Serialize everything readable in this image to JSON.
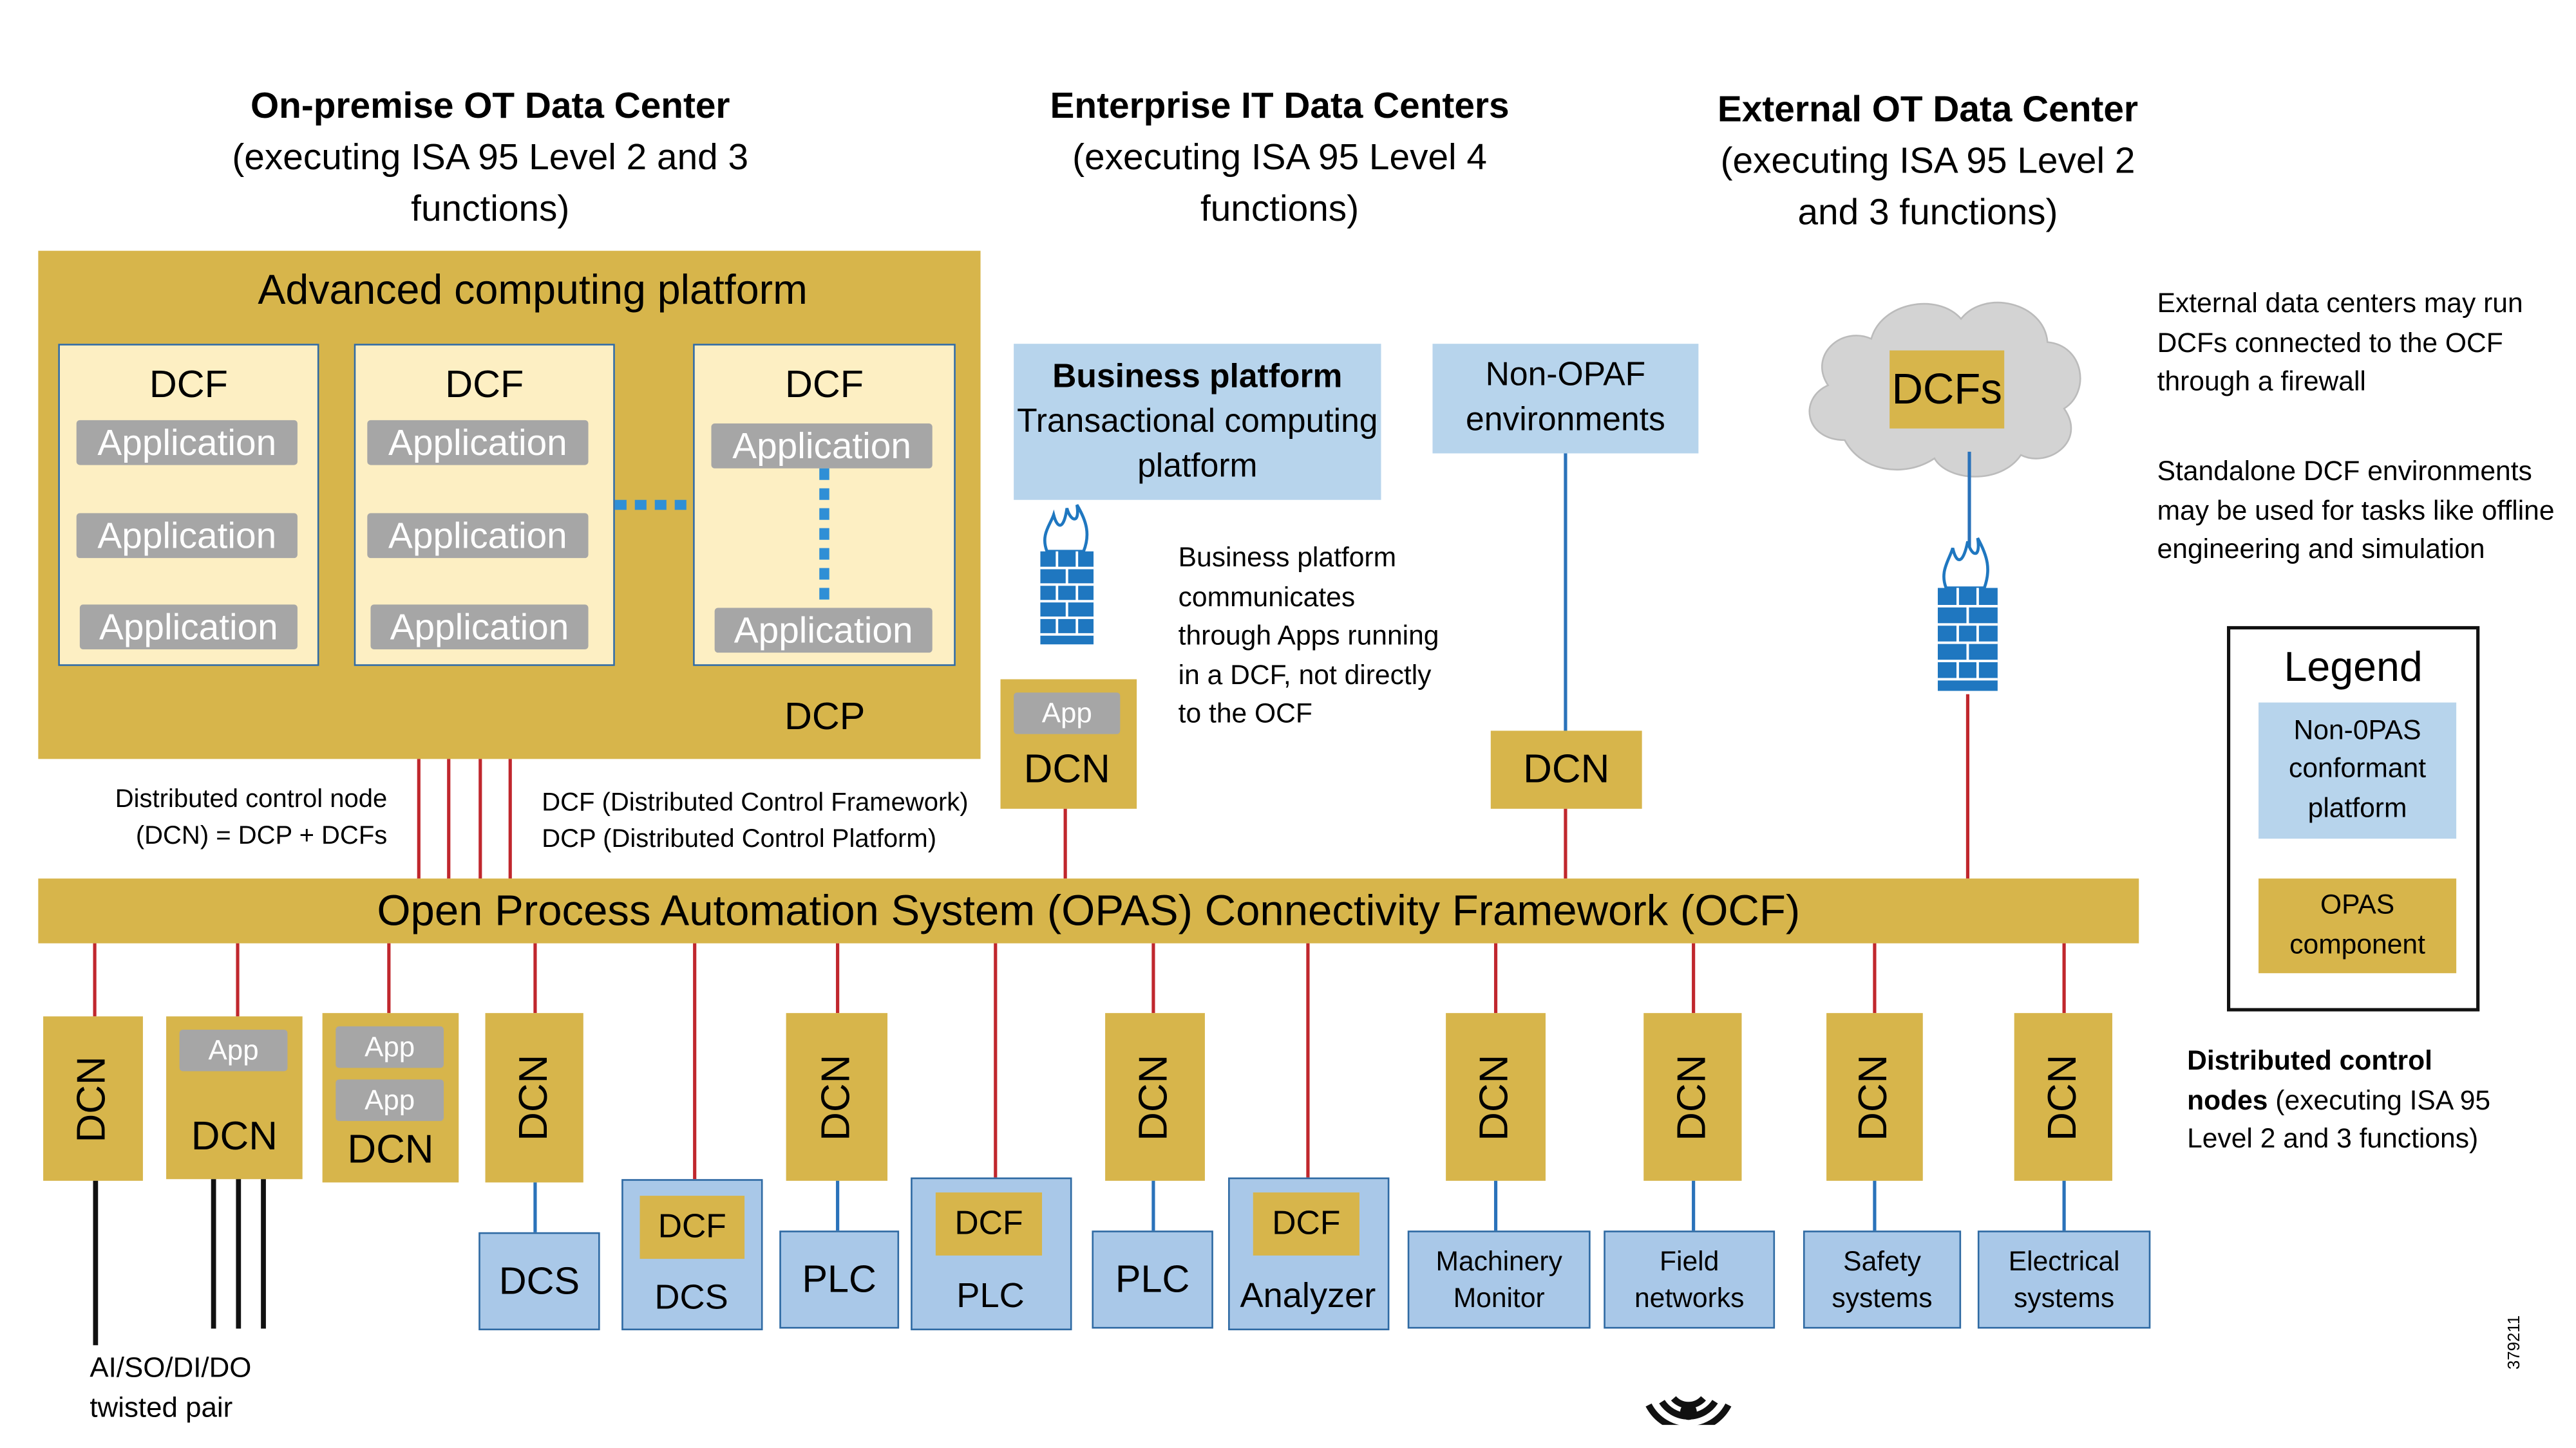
{
  "headers": [
    {
      "title": "On-premise OT Data Center",
      "sub": "(executing ISA 95 Level 2 and 3 functions)"
    },
    {
      "title": "Enterprise IT Data Centers",
      "sub": "(executing ISA 95 Level 4 functions)"
    },
    {
      "title": "External OT Data Center",
      "sub": "(executing ISA 95 Level 2 and 3 functions)"
    }
  ],
  "acp": {
    "title": "Advanced computing platform",
    "dcp": "DCP",
    "dcf": "DCF",
    "app": "Application"
  },
  "business": {
    "bold": "Business platform",
    "sub": "Transactional computing platform"
  },
  "non_opaf": "Non-OPAF environments",
  "cloud_label": "DCFs",
  "notes": {
    "dcn_def": "Distributed control node (DCN) = DCP + DCFs",
    "dcf_def": "DCF (Distributed Control Framework)",
    "dcp_def": "DCP (Distributed Control Platform)",
    "business_note": "Business platform communicates through Apps running in a DCF, not directly to the OCF",
    "external_note": "External data centers may run DCFs connected to the OCF through a firewall",
    "standalone_note": "Standalone DCF environments may be used for tasks like offline engineering and simulation",
    "dcn_note_bold": "Distributed control nodes",
    "dcn_note_rest": " (executing ISA 95 Level 2 and 3 functions)",
    "twisted": "AI/SO/DI/DO twisted pair",
    "fig_id": "379211"
  },
  "ocf": "Open Process Automation System (OPAS) Connectivity Framework (OCF)",
  "dcn": "DCN",
  "app_small": "App",
  "dcf_small": "DCF",
  "bottom": {
    "dcs": "DCS",
    "plc": "PLC",
    "analyzer": "Analyzer",
    "machinery": "Machinery Monitor",
    "field": "Field networks",
    "safety": "Safety systems",
    "electrical": "Electrical systems"
  },
  "legend": {
    "title": "Legend",
    "non_opas": "Non-0PAS conformant platform",
    "opas": "OPAS component"
  },
  "colors": {
    "opas_gold": "#d7b54b",
    "non_opas_blue": "#b7d4ec",
    "link_red": "#c0272d",
    "link_blue": "#2a72ba",
    "firewall": "#1f77c0"
  }
}
